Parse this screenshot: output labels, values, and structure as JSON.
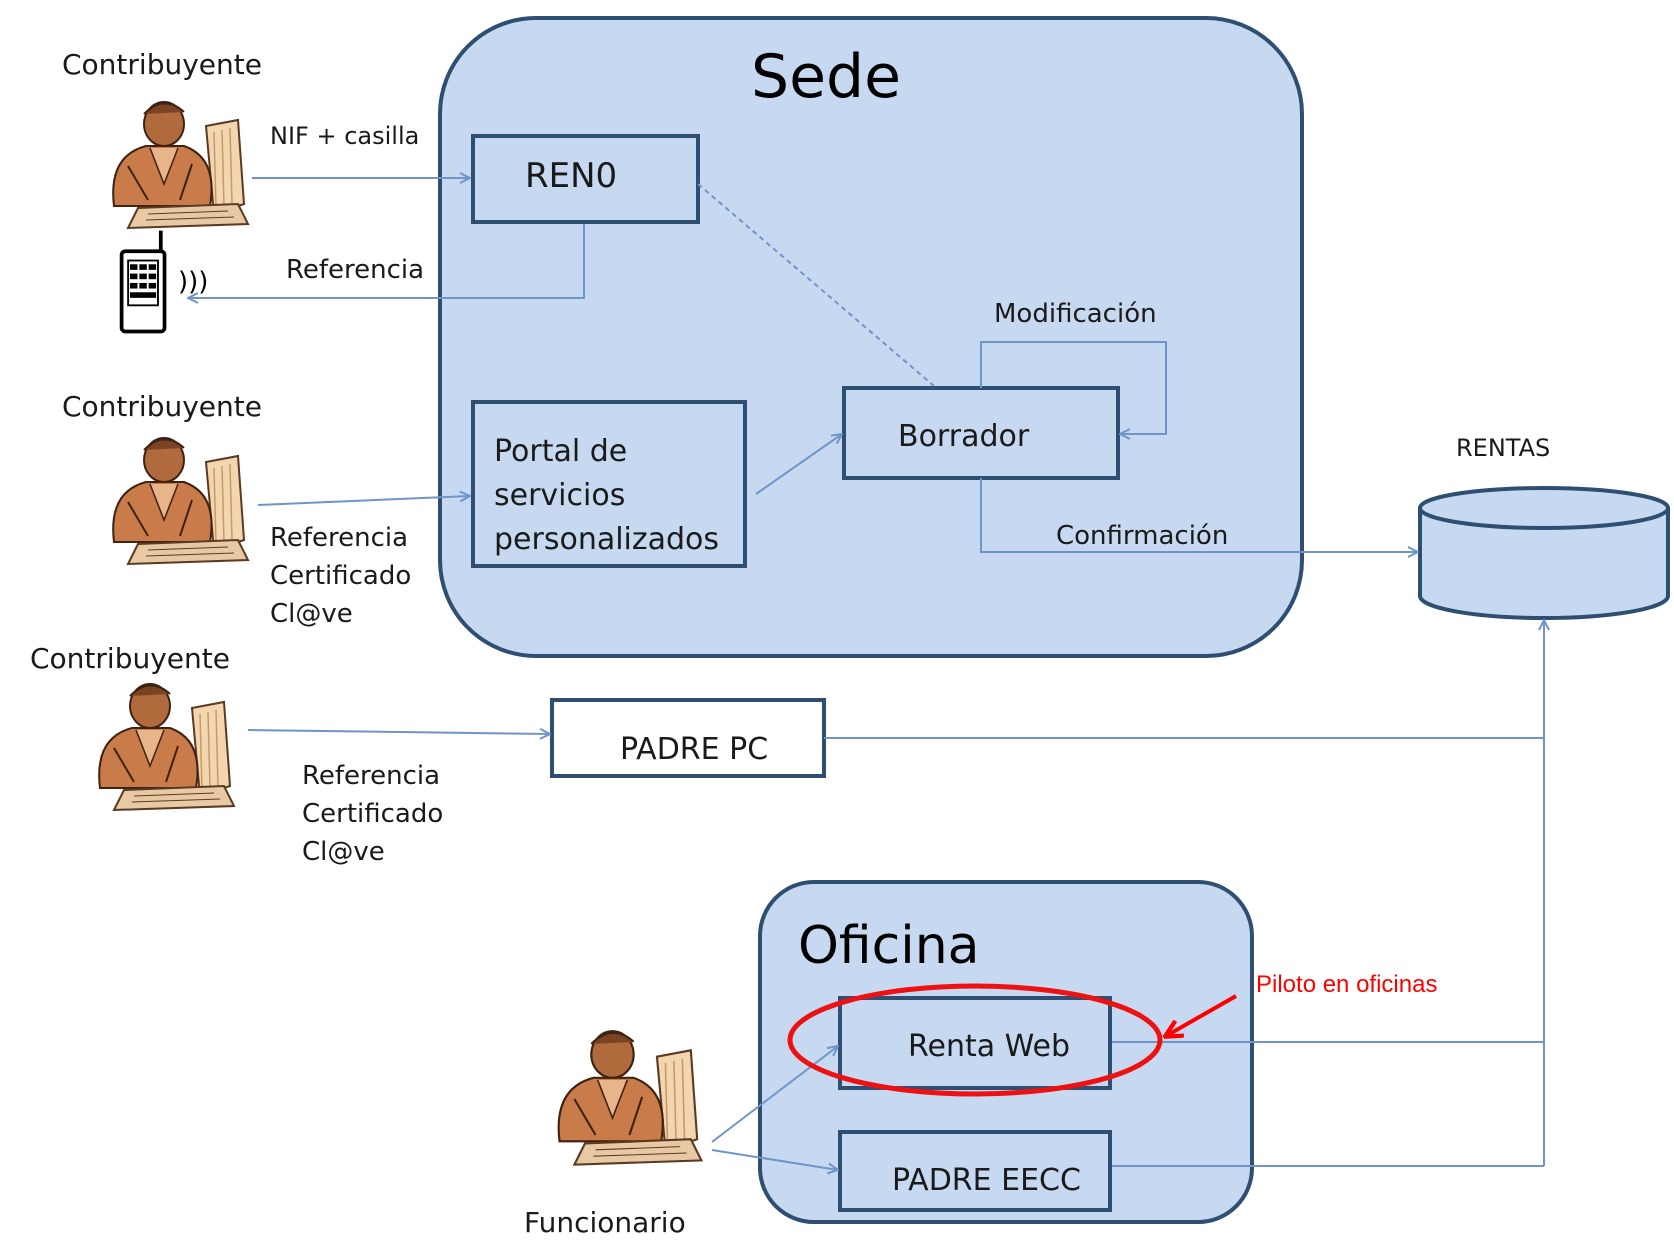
{
  "containers": {
    "sede": "Sede",
    "oficina": "Oficina"
  },
  "actors": {
    "contribuyente_1": "Contribuyente",
    "contribuyente_2": "Contribuyente",
    "contribuyente_3": "Contribuyente",
    "funcionario": "Funcionario"
  },
  "boxes": {
    "reno": "REN0",
    "portal": [
      "Portal de",
      "servicios",
      "personalizados"
    ],
    "borrador": "Borrador",
    "padre_pc": "PADRE PC",
    "renta_web": "Renta Web",
    "padre_eecc": "PADRE EECC"
  },
  "database": "RENTAS",
  "edge_labels": {
    "nif": "NIF + casilla",
    "referencia": "Referencia",
    "modificacion": "Modificación",
    "confirmacion": "Confirmación",
    "auth_1": [
      "Referencia",
      "Certificado",
      "Cl@ve"
    ],
    "auth_2": [
      "Referencia",
      "Certificado",
      "Cl@ve"
    ]
  },
  "annotation": "Piloto en oficinas",
  "colors": {
    "container_fill": "#c6d9f1",
    "border": "#2f4f72",
    "flow_line": "#6f95c8",
    "highlight": "#ff0000"
  },
  "icons": [
    "person-at-computer-icon",
    "mobile-phone-icon",
    "database-icon"
  ]
}
